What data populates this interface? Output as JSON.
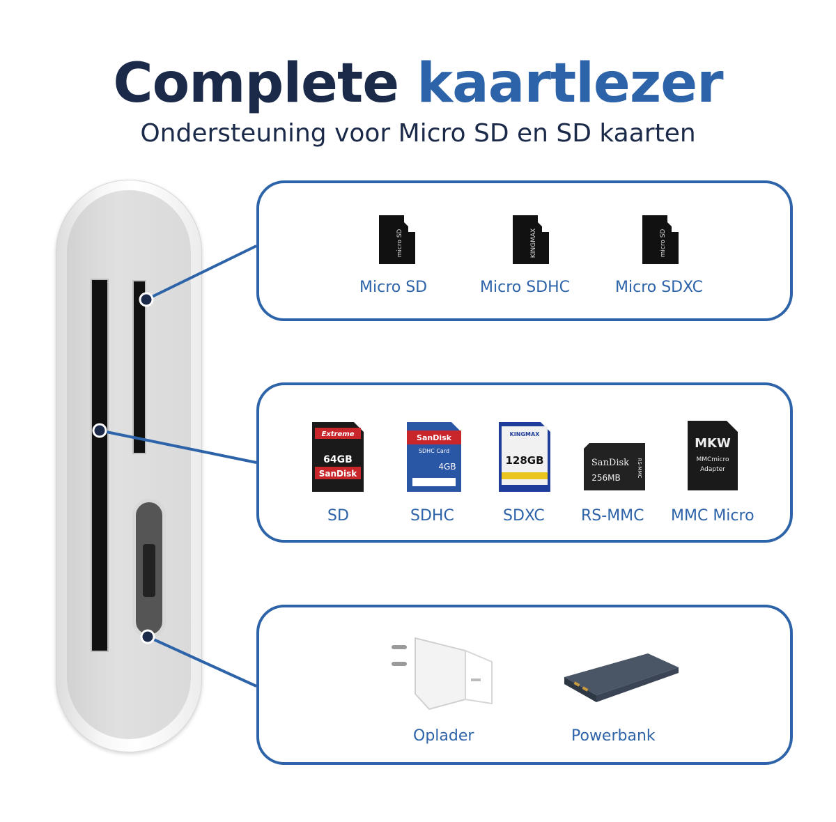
{
  "heading": {
    "title_dark": "Complete",
    "title_blue": "kaartlezer",
    "subtitle": "Ondersteuning voor Micro SD en SD kaarten"
  },
  "micro_cards": [
    {
      "label": "Micro SD"
    },
    {
      "label": "Micro SDHC"
    },
    {
      "label": "Micro SDXC"
    }
  ],
  "sd_cards": [
    {
      "label": "SD",
      "card_text": [
        "Extreme",
        "64GB",
        "SanDisk"
      ]
    },
    {
      "label": "SDHC",
      "card_text": [
        "SanDisk",
        "SDHC Card",
        "4GB"
      ]
    },
    {
      "label": "SDXC",
      "card_text": [
        "KINGMAX",
        "128GB"
      ]
    },
    {
      "label": "RS-MMC",
      "card_text": [
        "SanDisk",
        "256MB",
        "RS-MMC"
      ]
    },
    {
      "label": "MMC Micro",
      "card_text": [
        "MKW",
        "MMCmicro",
        "Adapter"
      ]
    }
  ],
  "power": [
    {
      "label": "Oplader"
    },
    {
      "label": "Powerbank"
    }
  ],
  "colors": {
    "accent": "#2d63a8",
    "heading": "#1c2a4a"
  }
}
